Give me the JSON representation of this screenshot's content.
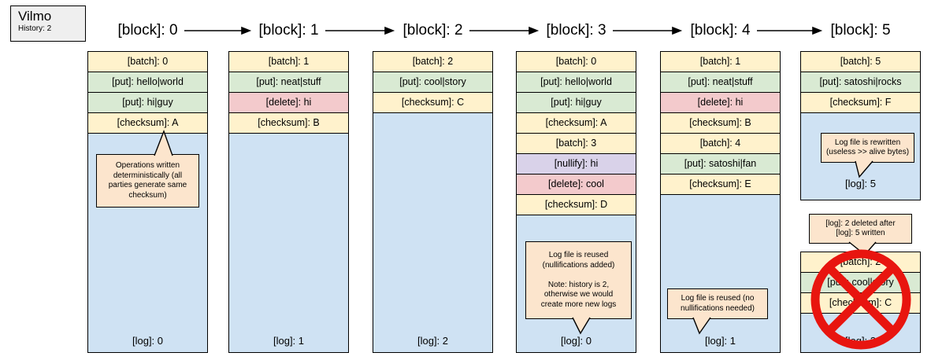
{
  "legend": {
    "title": "Vilmo",
    "subtitle": "History: 2"
  },
  "colors": {
    "batch_checksum": "#fff2cc",
    "put": "#d9ead3",
    "delete": "#f3cacc",
    "nullify": "#d9d2e9",
    "log_area": "#cfe2f3",
    "bubble": "#fce5cd",
    "legend_box": "#efefef",
    "deleted_cross": "#e8150f"
  },
  "blocks": [
    {
      "header": "[block]: 0",
      "rows": [
        {
          "label": "[batch]: 0",
          "type": "batch"
        },
        {
          "label": "[put]: hello|world",
          "type": "put"
        },
        {
          "label": "[put]: hi|guy",
          "type": "put"
        },
        {
          "label": "[checksum]: A",
          "type": "checksum"
        }
      ],
      "log": "[log]: 0",
      "bubble": "Operations written\ndeterministically (all\nparties generate same\nchecksum)"
    },
    {
      "header": "[block]: 1",
      "rows": [
        {
          "label": "[batch]: 1",
          "type": "batch"
        },
        {
          "label": "[put]: neat|stuff",
          "type": "put"
        },
        {
          "label": "[delete]: hi",
          "type": "delete"
        },
        {
          "label": "[checksum]: B",
          "type": "checksum"
        }
      ],
      "log": "[log]: 1"
    },
    {
      "header": "[block]: 2",
      "rows": [
        {
          "label": "[batch]: 2",
          "type": "batch"
        },
        {
          "label": "[put]: cool|story",
          "type": "put"
        },
        {
          "label": "[checksum]: C",
          "type": "checksum"
        }
      ],
      "log": "[log]: 2"
    },
    {
      "header": "[block]: 3",
      "rows": [
        {
          "label": "[batch]: 0",
          "type": "batch"
        },
        {
          "label": "[put]: hello|world",
          "type": "put"
        },
        {
          "label": "[put]: hi|guy",
          "type": "put"
        },
        {
          "label": "[checksum]: A",
          "type": "checksum"
        },
        {
          "label": "[batch]: 3",
          "type": "batch"
        },
        {
          "label": "[nullify]: hi",
          "type": "nullify"
        },
        {
          "label": "[delete]: cool",
          "type": "delete"
        },
        {
          "label": "[checksum]: D",
          "type": "checksum"
        }
      ],
      "log": "[log]: 0",
      "bubble": "Log file is reused\n(nullifications added)\n\nNote: history is 2,\notherwise we would\ncreate more new logs"
    },
    {
      "header": "[block]: 4",
      "rows": [
        {
          "label": "[batch]: 1",
          "type": "batch"
        },
        {
          "label": "[put]: neat|stuff",
          "type": "put"
        },
        {
          "label": "[delete]: hi",
          "type": "delete"
        },
        {
          "label": "[checksum]: B",
          "type": "checksum"
        },
        {
          "label": "[batch]: 4",
          "type": "batch"
        },
        {
          "label": "[put]: satoshi|fan",
          "type": "put"
        },
        {
          "label": "[checksum]: E",
          "type": "checksum"
        }
      ],
      "log": "[log]: 1",
      "bubble": "Log file is reused (no\nnullifications needed)"
    },
    {
      "header": "[block]: 5",
      "rows": [
        {
          "label": "[batch]: 5",
          "type": "batch"
        },
        {
          "label": "[put]: satoshi|rocks",
          "type": "put"
        },
        {
          "label": "[checksum]: F",
          "type": "checksum"
        }
      ],
      "log": "[log]: 5",
      "bubble": "Log file is rewritten\n(useless >> alive bytes)"
    }
  ],
  "deleted_block": {
    "bubble": "[log]: 2 deleted after\n[log]: 5 written",
    "rows": [
      {
        "label": "[batch]: 2",
        "type": "batch"
      },
      {
        "label": "[put]: cool|story",
        "type": "put"
      },
      {
        "label": "[checksum]: C",
        "type": "checksum"
      }
    ],
    "log": "[log]: 2"
  }
}
